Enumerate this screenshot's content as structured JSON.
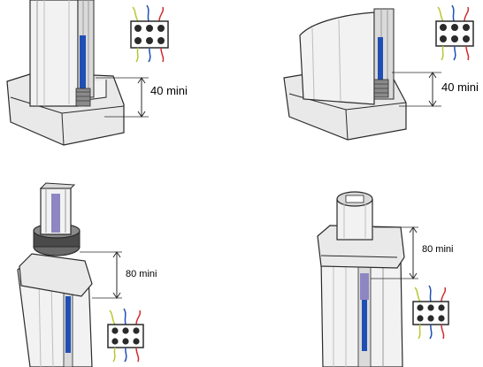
{
  "figures": [
    {
      "id": "top-left",
      "dimension_label": "40 mini"
    },
    {
      "id": "top-right",
      "dimension_label": "40 mini"
    },
    {
      "id": "bottom-left",
      "dimension_label": "80 mini"
    },
    {
      "id": "bottom-right",
      "dimension_label": "80 mini"
    }
  ],
  "colors": {
    "outline": "#2a2a2a",
    "housing": "#e9e9e9",
    "shade": "#c8c8c8",
    "wire_blue": "#1f4fb5",
    "wire_red": "#d02a2a",
    "wire_yellow_green": "#b7c730",
    "insert_purple": "#8e86c2"
  },
  "icons": [
    "connector-block-icon",
    "dimension-arrow-icon"
  ]
}
